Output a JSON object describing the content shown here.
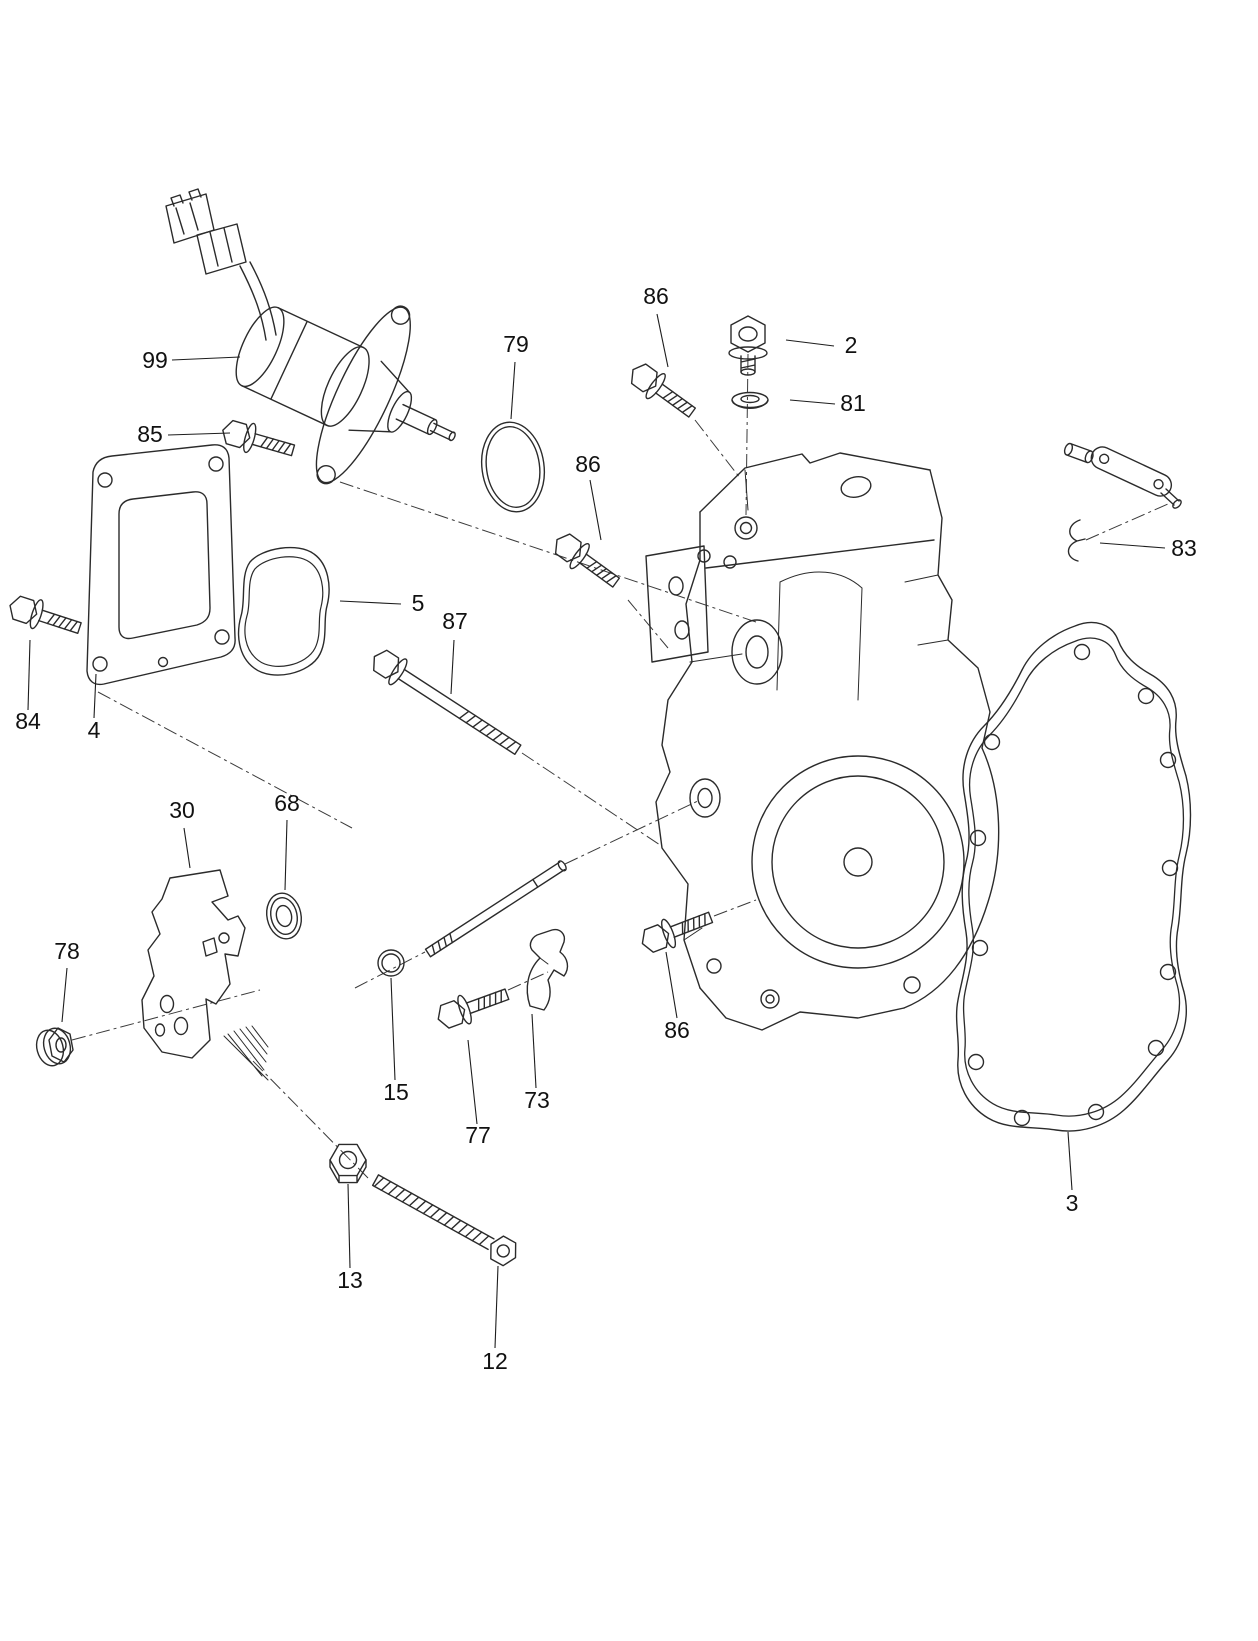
{
  "page": {
    "background": "#ffffff"
  },
  "diagram": {
    "type": "exploded-parts-diagram",
    "style": {
      "line_color": "#2b2b2b",
      "label_color": "#111111"
    },
    "callouts": [
      {
        "label": "99"
      },
      {
        "label": "85"
      },
      {
        "label": "79"
      },
      {
        "label": "86"
      },
      {
        "label": "2"
      },
      {
        "label": "81"
      },
      {
        "label": "86"
      },
      {
        "label": "83"
      },
      {
        "label": "5"
      },
      {
        "label": "87"
      },
      {
        "label": "84"
      },
      {
        "label": "4"
      },
      {
        "label": "30"
      },
      {
        "label": "68"
      },
      {
        "label": "78"
      },
      {
        "label": "15"
      },
      {
        "label": "77"
      },
      {
        "label": "73"
      },
      {
        "label": "86"
      },
      {
        "label": "13"
      },
      {
        "label": "12"
      },
      {
        "label": "3"
      }
    ]
  }
}
